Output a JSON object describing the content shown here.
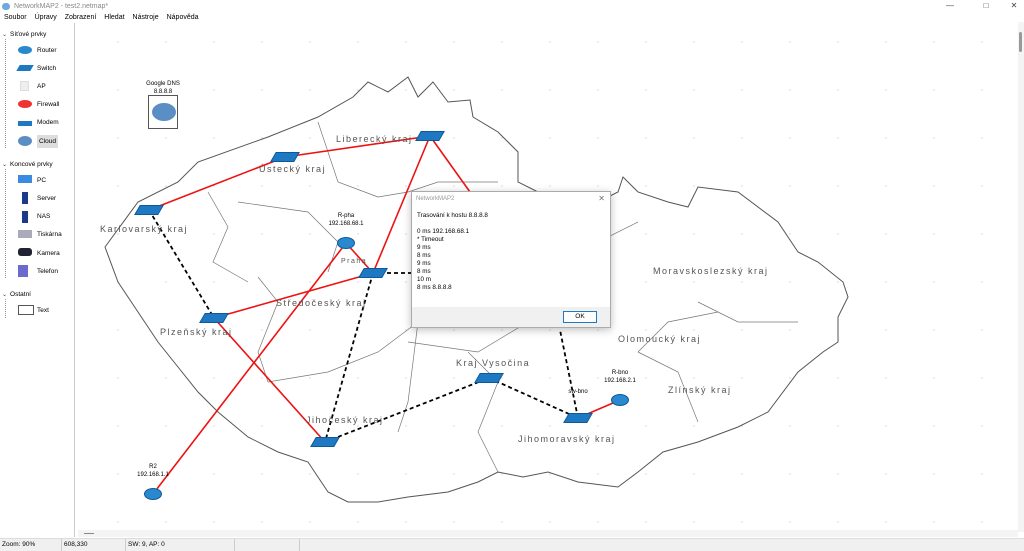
{
  "window": {
    "title": "NetworkMAP2 - test2.netmap*",
    "minimize": "—",
    "maximize": "□",
    "close": "✕"
  },
  "menu": [
    "Soubor",
    "Úpravy",
    "Zobrazení",
    "Hledat",
    "Nástroje",
    "Nápověda"
  ],
  "sidebar": {
    "groups": [
      {
        "label": "Síťové prvky",
        "items": [
          "Router",
          "Switch",
          "AP",
          "Firewall",
          "Modem",
          "Cloud"
        ]
      },
      {
        "label": "Koncové prvky",
        "items": [
          "PC",
          "Server",
          "NAS",
          "Tiskárna",
          "Kamera",
          "Telefon"
        ]
      },
      {
        "label": "Ostatní",
        "items": [
          "Text"
        ]
      }
    ],
    "selected": "Cloud"
  },
  "map": {
    "regions": [
      "Ústecký kraj",
      "Liberecký kraj",
      "Karlovarský kraj",
      "Středočeský kraj",
      "Plzeňský kraj",
      "Jihočeský kraj",
      "Kraj Vysočina",
      "Jihomoravský kraj",
      "Olomoucký kraj",
      "Moravskoslezský kraj",
      "Zlínský kraj",
      "Praha"
    ],
    "devices": [
      {
        "id": "gdns",
        "type": "cloud",
        "name": "Google DNS",
        "ip": "8.8.8.8"
      },
      {
        "id": "rpha",
        "type": "router",
        "name": "R-pha",
        "ip": "192.168.68.1"
      },
      {
        "id": "r2",
        "type": "router",
        "name": "R2",
        "ip": "192.168.1.1"
      },
      {
        "id": "rbno",
        "type": "router",
        "name": "R-bno",
        "ip": "192.168.2.1"
      },
      {
        "id": "swbno",
        "type": "switch",
        "name": "sw-bno",
        "ip": ""
      },
      {
        "id": "s_ust",
        "type": "switch",
        "name": "",
        "ip": ""
      },
      {
        "id": "s_lib",
        "type": "switch",
        "name": "",
        "ip": ""
      },
      {
        "id": "s_kv",
        "type": "switch",
        "name": "",
        "ip": ""
      },
      {
        "id": "s_str",
        "type": "switch",
        "name": "",
        "ip": ""
      },
      {
        "id": "s_plz",
        "type": "switch",
        "name": "",
        "ip": ""
      },
      {
        "id": "s_jc",
        "type": "switch",
        "name": "",
        "ip": ""
      },
      {
        "id": "s_vys",
        "type": "switch",
        "name": "",
        "ip": ""
      }
    ],
    "links": [
      {
        "a": "s_kv",
        "b": "s_ust",
        "style": "red"
      },
      {
        "a": "s_ust",
        "b": "s_lib",
        "style": "red"
      },
      {
        "a": "s_lib",
        "b": "s_str",
        "style": "red"
      },
      {
        "a": "s_lib",
        "b": "hidden1",
        "style": "red"
      },
      {
        "a": "s_str",
        "b": "s_plz",
        "style": "red"
      },
      {
        "a": "s_plz",
        "b": "s_jc",
        "style": "red"
      },
      {
        "a": "rpha",
        "b": "r2",
        "style": "red"
      },
      {
        "a": "rpha",
        "b": "s_str",
        "style": "red"
      },
      {
        "a": "rbno",
        "b": "swbno",
        "style": "red"
      },
      {
        "a": "s_kv",
        "b": "s_plz",
        "style": "dashed"
      },
      {
        "a": "s_str",
        "b": "s_jc",
        "style": "dashed"
      },
      {
        "a": "s_jc",
        "b": "s_vys",
        "style": "dashed"
      },
      {
        "a": "s_vys",
        "b": "swbno",
        "style": "dashed"
      },
      {
        "a": "s_str",
        "b": "hidden2",
        "style": "dashed"
      },
      {
        "a": "swbno",
        "b": "hidden3",
        "style": "dashed"
      }
    ]
  },
  "dialog": {
    "title": "NetworkMAP2",
    "heading": "Trasování k hostu 8.8.8.8",
    "lines": [
      "0 ms 192.168.68.1",
      "*  Timeout",
      "9 ms",
      "8 ms",
      "9 ms",
      "8 ms",
      "10 m",
      "8 ms 8.8.8.8"
    ],
    "ok": "OK"
  },
  "status": {
    "zoom": "Zoom: 90%",
    "coords": "608,330",
    "counts": "SW: 9, AP: 0"
  },
  "colors": {
    "link_red": "#ee1111",
    "device_blue": "#1e78c2",
    "cloud": "#5b8ec4"
  }
}
